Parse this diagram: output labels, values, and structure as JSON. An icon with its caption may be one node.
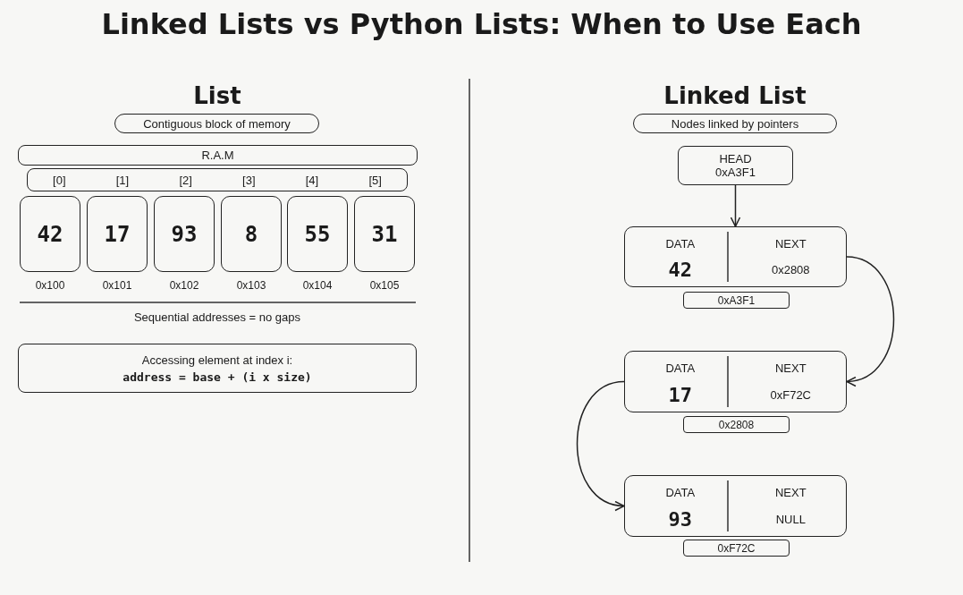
{
  "diagram": {
    "title": "Linked Lists vs Python Lists: When to Use Each",
    "nodes": [
      {
        "text": [
          "Contiguous block of memory"
        ]
      },
      {
        "text": [
          "R.A.M"
        ]
      },
      {
        "text": [
          "[0]",
          "[1]",
          "[2]",
          "[3]",
          "[4]",
          "[5]"
        ]
      },
      {
        "text": [
          "42"
        ],
        "beside": [
          "0x100"
        ]
      },
      {
        "text": [
          "17"
        ],
        "beside": [
          "0x101"
        ]
      },
      {
        "text": [
          "93"
        ],
        "beside": [
          "0x102"
        ]
      },
      {
        "text": [
          "8"
        ],
        "beside": [
          "0x103"
        ]
      },
      {
        "text": [
          "55"
        ],
        "beside": [
          "0x104"
        ]
      },
      {
        "text": [
          "31"
        ],
        "beside": [
          "0x105"
        ]
      },
      {
        "text": [
          "Accessing element at index i:",
          "address = base + (i x size)"
        ]
      },
      {
        "text": [
          "Nodes linked by pointers"
        ]
      },
      {
        "text": [
          "HEAD",
          "0xA3F1"
        ]
      },
      {
        "text": [
          "DATA",
          "42",
          "NEXT",
          "0x2808"
        ]
      },
      {
        "text": [
          "0xA3F1"
        ]
      },
      {
        "text": [
          "DATA",
          "17",
          "NEXT",
          "0xF72C"
        ]
      },
      {
        "text": [
          "0x2808"
        ]
      },
      {
        "text": [
          "DATA",
          "93",
          "NEXT",
          "NULL"
        ]
      },
      {
        "text": [
          "0xF72C"
        ]
      }
    ],
    "edges": [
      {
        "from": 11,
        "to": 12,
        "arrow": "to"
      },
      {
        "from": 12,
        "to": 14,
        "arrow": "to"
      },
      {
        "from": 14,
        "to": 16,
        "arrow": "to"
      }
    ],
    "labels": [
      "List",
      "Linked List",
      "Sequential addresses = no gaps"
    ]
  }
}
